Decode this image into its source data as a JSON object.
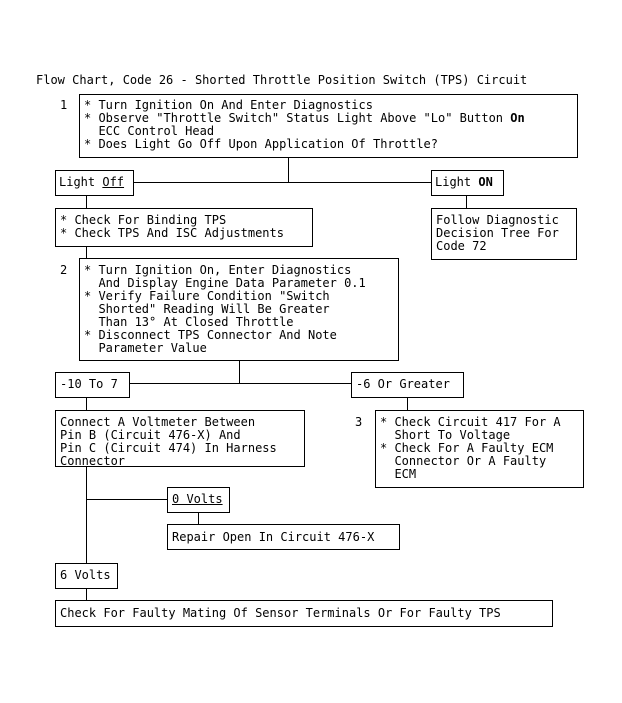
{
  "title": "Flow Chart, Code 26 - Shorted Throttle Position Switch (TPS) Circuit",
  "steps": {
    "s1": "1",
    "s2": "2",
    "s3": "3"
  },
  "box1": {
    "l1": "* Turn Ignition On And Enter Diagnostics",
    "l2a": "* Observe \"Throttle Switch\" Status Light Above \"Lo\" Button ",
    "l2b": "On",
    "l3": "  ECC Control Head",
    "l4": "* Does Light Go Off Upon Application Of Throttle?"
  },
  "light_off": {
    "prefix": "Light ",
    "word": "Off"
  },
  "light_on": {
    "prefix": "Light ",
    "word": "ON"
  },
  "binding": {
    "l1": "* Check For Binding TPS",
    "l2": "* Check TPS And ISC Adjustments"
  },
  "follow": {
    "l1": "Follow Diagnostic",
    "l2": "Decision Tree For",
    "l3": "Code 72"
  },
  "box2": {
    "l1": "* Turn Ignition On, Enter Diagnostics",
    "l2": "  And Display Engine Data Parameter 0.1",
    "l3": "* Verify Failure Condition \"Switch",
    "l4": "  Shorted\" Reading Will Be Greater",
    "l5": "  Than 13° At Closed Throttle",
    "l6": "* Disconnect TPS Connector And Note",
    "l7": "  Parameter Value"
  },
  "range_low": "-10 To 7",
  "range_high": "-6 Or Greater",
  "voltmeter": {
    "l1": "Connect A Voltmeter Between",
    "l2": "Pin B (Circuit 476-X) And",
    "l3": "Pin C (Circuit 474) In Harness",
    "l4": "Connector"
  },
  "check417": {
    "l1": "* Check Circuit 417 For A",
    "l2": "  Short To Voltage",
    "l3": "* Check For A Faulty ECM",
    "l4": "  Connector Or A Faulty",
    "l5": "  ECM"
  },
  "zero_volts": "0 Volts",
  "repair": "Repair Open In Circuit 476-X",
  "six_volts": "6 Volts",
  "final": "Check For Faulty Mating Of Sensor Terminals Or For Faulty TPS"
}
